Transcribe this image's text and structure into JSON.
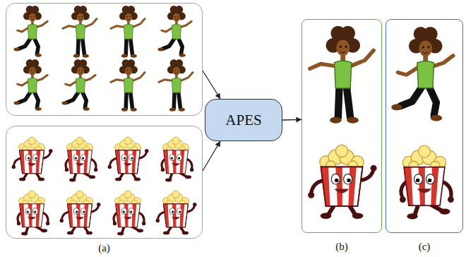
{
  "diagram": {
    "nodes": [
      {
        "text": []
      },
      {
        "text": [
          "(a)"
        ]
      },
      {
        "text": [
          "APES"
        ]
      },
      {
        "text": [
          "(b)"
        ]
      },
      {
        "text": [
          "(c)"
        ]
      }
    ],
    "edges": [
      {
        "from": 0,
        "to": 2,
        "arrow": "to"
      },
      {
        "from": 1,
        "to": 2,
        "arrow": "to"
      },
      {
        "from": 2,
        "to": 3,
        "arrow": "to"
      }
    ]
  }
}
